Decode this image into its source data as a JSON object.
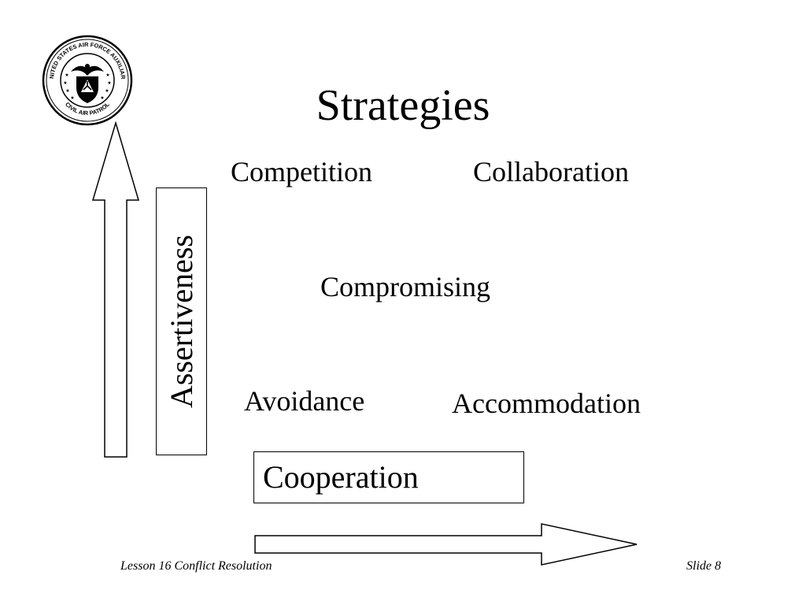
{
  "slide": {
    "title": "Strategies",
    "seal": {
      "icon": "civil-air-patrol-seal-icon",
      "text_top": "UNITED STATES AIR FORCE AUXILIARY",
      "text_bottom": "CIVIL AIR PATROL"
    }
  },
  "grid": {
    "competition": "Competition",
    "collaboration": "Collaboration",
    "compromising": "Compromising",
    "avoidance": "Avoidance",
    "accommodation": "Accommodation"
  },
  "axes": {
    "vertical_label": "Assertiveness",
    "horizontal_label": "Cooperation",
    "vertical_arrow_icon": "arrow-up-icon",
    "horizontal_arrow_icon": "arrow-right-icon"
  },
  "footer": {
    "left": "Lesson 16 Conflict Resolution",
    "right": "Slide 8"
  },
  "colors": {
    "ink": "#000000",
    "background": "#ffffff"
  }
}
